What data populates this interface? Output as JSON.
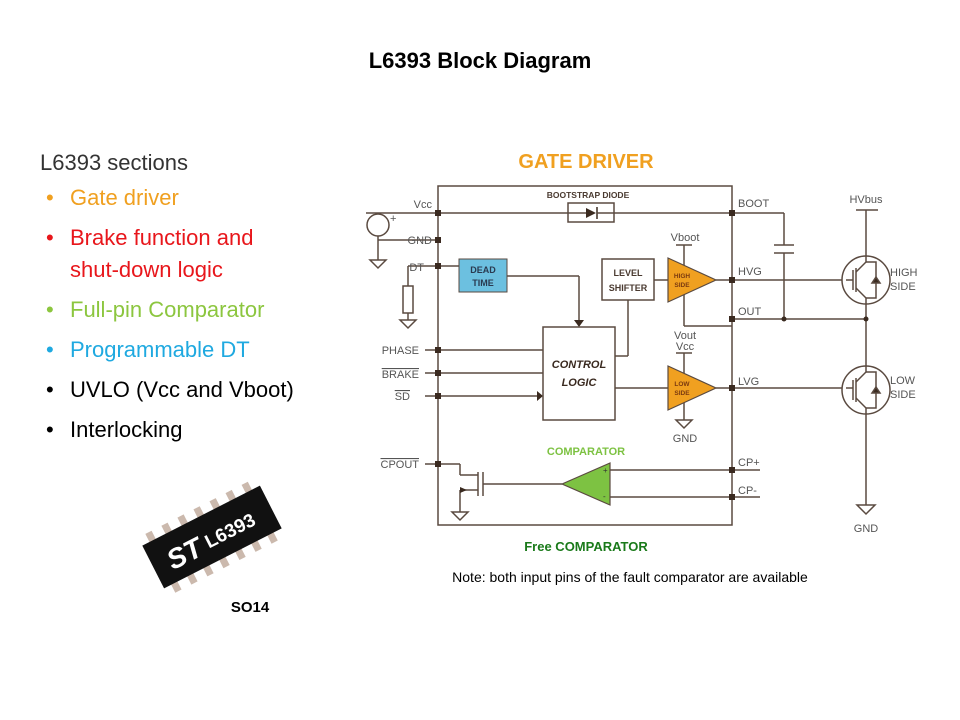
{
  "title": "L6393 Block Diagram",
  "sections": {
    "heading": "L6393 sections",
    "items": [
      {
        "lines": [
          "Gate driver"
        ],
        "color": "#f0a020"
      },
      {
        "lines": [
          "Brake function and",
          "shut-down logic"
        ],
        "color": "#e8161b"
      },
      {
        "lines": [
          "Full-pin Comparator"
        ],
        "color": "#8cc63f"
      },
      {
        "lines": [
          "Programmable DT"
        ],
        "color": "#1fa9e0"
      },
      {
        "lines": [
          "UVLO (Vcc and Vboot)"
        ],
        "color": "#000000"
      },
      {
        "lines": [
          "Interlocking"
        ],
        "color": "#000000"
      }
    ]
  },
  "chip": {
    "marking": "L6393",
    "logo": "ST",
    "package": "SO14"
  },
  "diagram": {
    "heading": "GATE DRIVER",
    "footer": "Free COMPARATOR",
    "note": "Note: both input pins of the fault comparator are available",
    "left_pins": {
      "vcc": "Vcc",
      "gnd": "GND",
      "dt": "DT",
      "phase": "PHASE",
      "brake": "BRAKE",
      "sd": "SD",
      "cpout": "CPOUT"
    },
    "right_pins": {
      "boot": "BOOT",
      "hvg": "HVG",
      "out": "OUT",
      "lvg": "LVG",
      "cpp": "CP+",
      "cpm": "CP-"
    },
    "blocks": {
      "bootstrap": "BOOTSTRAP DIODE",
      "dead_time": [
        "DEAD",
        "TIME"
      ],
      "level_shifter": [
        "LEVEL",
        "SHIFTER"
      ],
      "control_logic": [
        "CONTROL",
        "LOGIC"
      ],
      "high_side": [
        "HIGH",
        "SIDE"
      ],
      "low_side": [
        "LOW",
        "SIDE"
      ],
      "comparator": "COMPARATOR"
    },
    "supply_labels": {
      "vboot": "Vboot",
      "vout": "Vout",
      "vcc": "Vcc",
      "gnd": "GND"
    },
    "external": {
      "hvbus": "HVbus",
      "high_side": [
        "HIGH",
        "SIDE"
      ],
      "low_side": [
        "LOW",
        "SIDE"
      ],
      "gnd": "GND",
      "plus": "+"
    },
    "colors": {
      "gate_driver": "#f0a020",
      "comparator": "#7dc242",
      "dead_time": "#6cc0e0",
      "footer": "#1a7a1a",
      "wire": "#5a4a40"
    }
  }
}
